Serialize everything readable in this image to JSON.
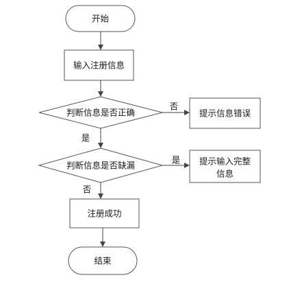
{
  "colors": {
    "stroke": "#555555",
    "arrow": "#444444",
    "text": "#1a1a1a",
    "fill": "#ffffff"
  },
  "nodes": {
    "start": "开始",
    "input": "输入注册信息",
    "check_correct": "判断信息是否正确",
    "error_prompt": "提示信息错误",
    "check_missing": "判断信息是否缺漏",
    "complete_prompt_line1": "提示输入完整",
    "complete_prompt_line2": "信息",
    "success": "注册成功",
    "end": "结束"
  },
  "edge_labels": {
    "correct_no": "否",
    "correct_yes": "是",
    "missing_yes": "是",
    "missing_no": "否"
  }
}
